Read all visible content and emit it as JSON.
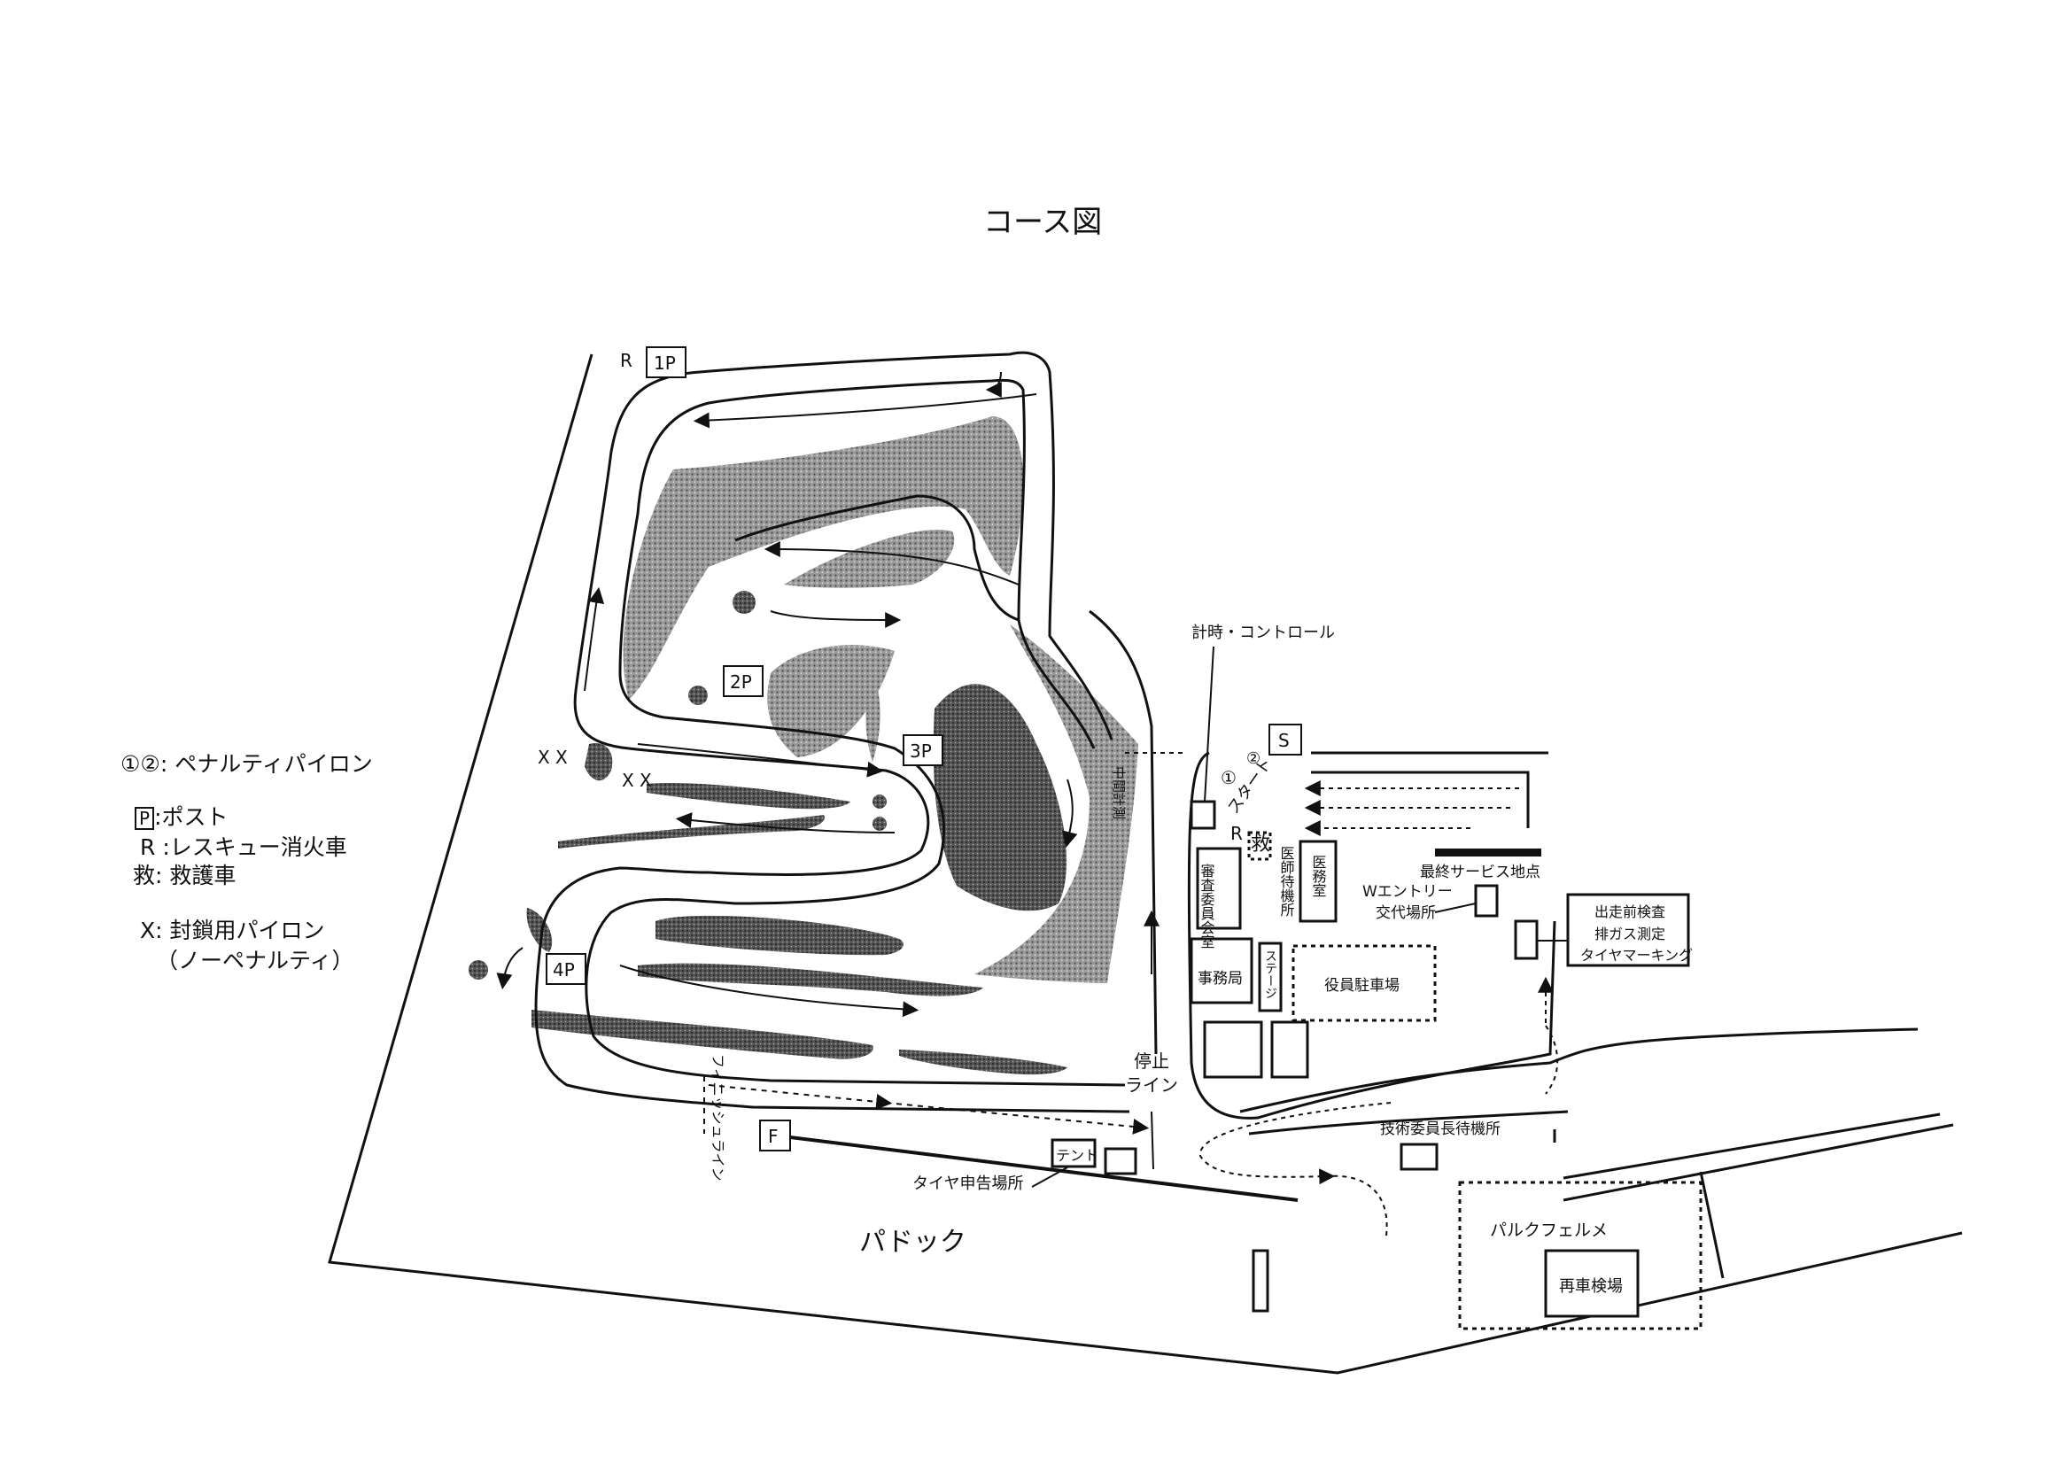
{
  "title": "コース図",
  "legend": {
    "penalty_symbols": "①②",
    "penalty_text": ": ペナルティパイロン",
    "post_symbol": "P",
    "post_text": ":ポスト",
    "rescue_symbol": "R",
    "rescue_text": ":レスキュー消火車",
    "ambulance_symbol": "救",
    "ambulance_text": ": 救護車",
    "block_symbol": "X",
    "block_text": ": 封鎖用パイロン",
    "block_note": "（ノーペナルティ）"
  },
  "map": {
    "post_1p": "1P",
    "post_2p": "2P",
    "post_3p": "3P",
    "post_4p": "4P",
    "rescue_r_top": "R",
    "rescue_r_right": "R",
    "finish_box": "F",
    "start_box": "S",
    "xx_left": "X X",
    "xx_mid": "X X",
    "timing_control": "計時・コントロール",
    "start_line": "スタート",
    "mid_timing": "中間計測",
    "finish_line": "フィニッシュライン",
    "stop_line_1": "停止",
    "stop_line_2": "ライン",
    "tent": "テント",
    "tire_declare": "タイヤ申告場所",
    "paddock": "パドック",
    "inspection_room": "審査委員会室",
    "doctor_room": "医師待機所",
    "medical_room": "医務室",
    "ambulance_mark": "救",
    "secretariat": "事務局",
    "stage": "ステージ",
    "officials_parking": "役員駐車場",
    "final_service": "最終サービス地点",
    "w_entry_1": "Wエントリー",
    "w_entry_2": "交代場所",
    "pre_check_1": "出走前検査",
    "pre_check_2": "排ガス測定",
    "pre_check_3": "タイヤマーキング",
    "tech_chief": "技術委員長待機所",
    "parc_ferme": "パルクフェルメ",
    "re_inspection": "再車検場",
    "penalty_1": "①",
    "penalty_2": "②"
  }
}
